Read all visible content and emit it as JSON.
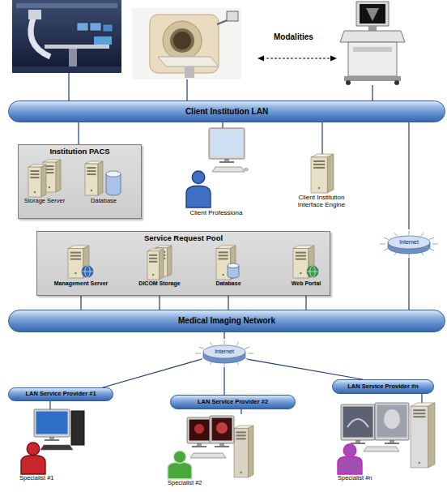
{
  "diagram": {
    "nodes": [
      {
        "text": [
          "Client Institution LAN"
        ]
      },
      {
        "text": [
          "Institution PACS"
        ]
      },
      {
        "text": [
          "Storage Server"
        ],
        "in": 1
      },
      {
        "text": [
          "Database"
        ],
        "in": 1
      },
      {
        "text": [
          "Client Professiona"
        ]
      },
      {
        "text": [
          "Client Institution Interface Engine"
        ]
      },
      {
        "text": [
          "Internet"
        ]
      },
      {
        "text": [
          "Service Request Pool"
        ]
      },
      {
        "text": [
          "Management Server"
        ],
        "in": 7
      },
      {
        "text": [
          "DICOM Storage"
        ],
        "in": 7
      },
      {
        "text": [
          "Database"
        ],
        "in": 7
      },
      {
        "text": [
          "Web Portal"
        ],
        "in": 7
      },
      {
        "text": [
          "Medical Imaging Network"
        ]
      },
      {
        "text": [
          "Internet"
        ]
      },
      {
        "text": [
          "LAN Service Provider #1"
        ]
      },
      {
        "text": [
          "LAN Service Provider #2"
        ]
      },
      {
        "text": [
          "LAN Service Provider #n"
        ]
      },
      {
        "text": [
          "Specialist #1"
        ]
      },
      {
        "text": [
          "Specialist #2"
        ]
      },
      {
        "text": [
          "Specialist #n"
        ]
      }
    ],
    "edges": [
      {
        "from": 0,
        "to": 1,
        "arrow": "none"
      },
      {
        "from": 0,
        "to": 4,
        "arrow": "none"
      },
      {
        "from": 0,
        "to": 5,
        "arrow": "none"
      },
      {
        "from": 0,
        "to": 6,
        "arrow": "none"
      },
      {
        "from": 6,
        "to": 12,
        "arrow": "none"
      },
      {
        "from": 8,
        "to": 12,
        "arrow": "none"
      },
      {
        "from": 9,
        "to": 12,
        "arrow": "none"
      },
      {
        "from": 10,
        "to": 12,
        "arrow": "none"
      },
      {
        "from": 11,
        "to": 12,
        "arrow": "none"
      },
      {
        "from": 12,
        "to": 13,
        "arrow": "none"
      },
      {
        "from": 13,
        "to": 14,
        "arrow": "none"
      },
      {
        "from": 13,
        "to": 15,
        "arrow": "none"
      },
      {
        "from": 13,
        "to": 16,
        "arrow": "none"
      },
      {
        "from": 14,
        "to": 17,
        "arrow": "none"
      },
      {
        "from": 15,
        "to": 18,
        "arrow": "none"
      },
      {
        "from": 16,
        "to": 19,
        "arrow": "none"
      }
    ],
    "labels": [
      "Modalities"
    ]
  }
}
